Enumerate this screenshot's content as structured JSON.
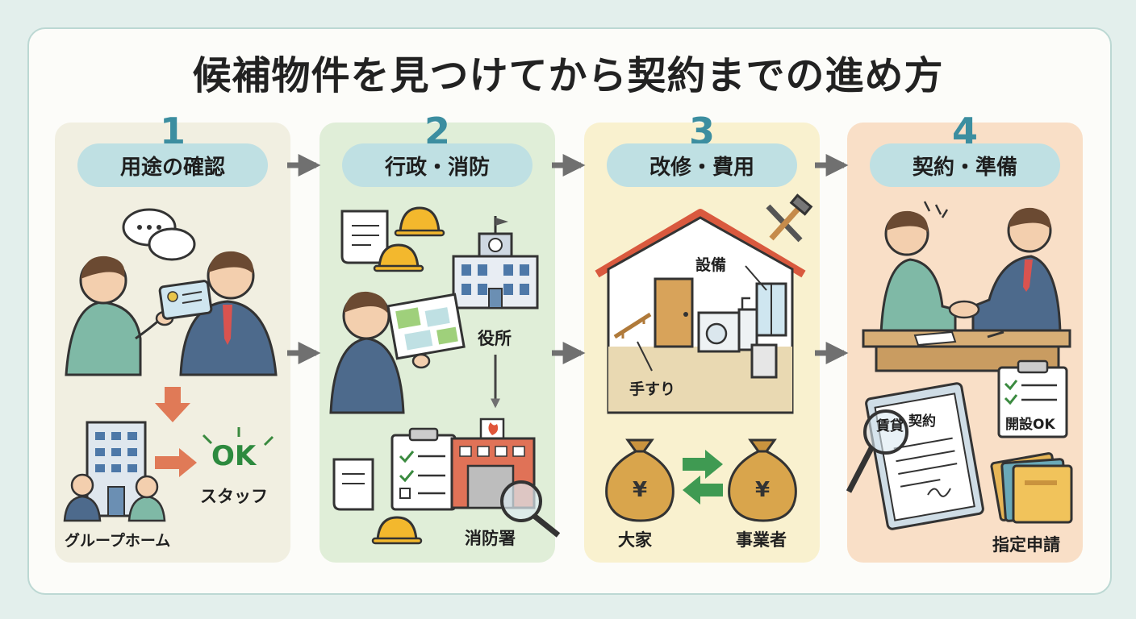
{
  "title": "候補物件を見つけてから契約までの進め方",
  "steps": [
    {
      "number": "1",
      "label": "用途の確認",
      "items": {
        "home": "グループホーム",
        "ok": "OK",
        "staff": "スタッフ"
      }
    },
    {
      "number": "2",
      "label": "行政・消防",
      "items": {
        "office": "役所",
        "fire": "消防署"
      }
    },
    {
      "number": "3",
      "label": "改修・費用",
      "items": {
        "equipment": "設備",
        "handrail": "手すり",
        "landlord": "大家",
        "operator": "事業者"
      }
    },
    {
      "number": "4",
      "label": "契約・準備",
      "items": {
        "contract": "契約",
        "lease": "賃貸",
        "permit": "開設OK",
        "application": "指定申請"
      }
    }
  ],
  "colors": {
    "panel1": "#f1efe1",
    "panel2": "#e0eed8",
    "panel3": "#f9f1cf",
    "panel4": "#f9dfc7",
    "pill": "#bfe0e3",
    "number": "#3c8ea0",
    "arrow": "#707070"
  }
}
